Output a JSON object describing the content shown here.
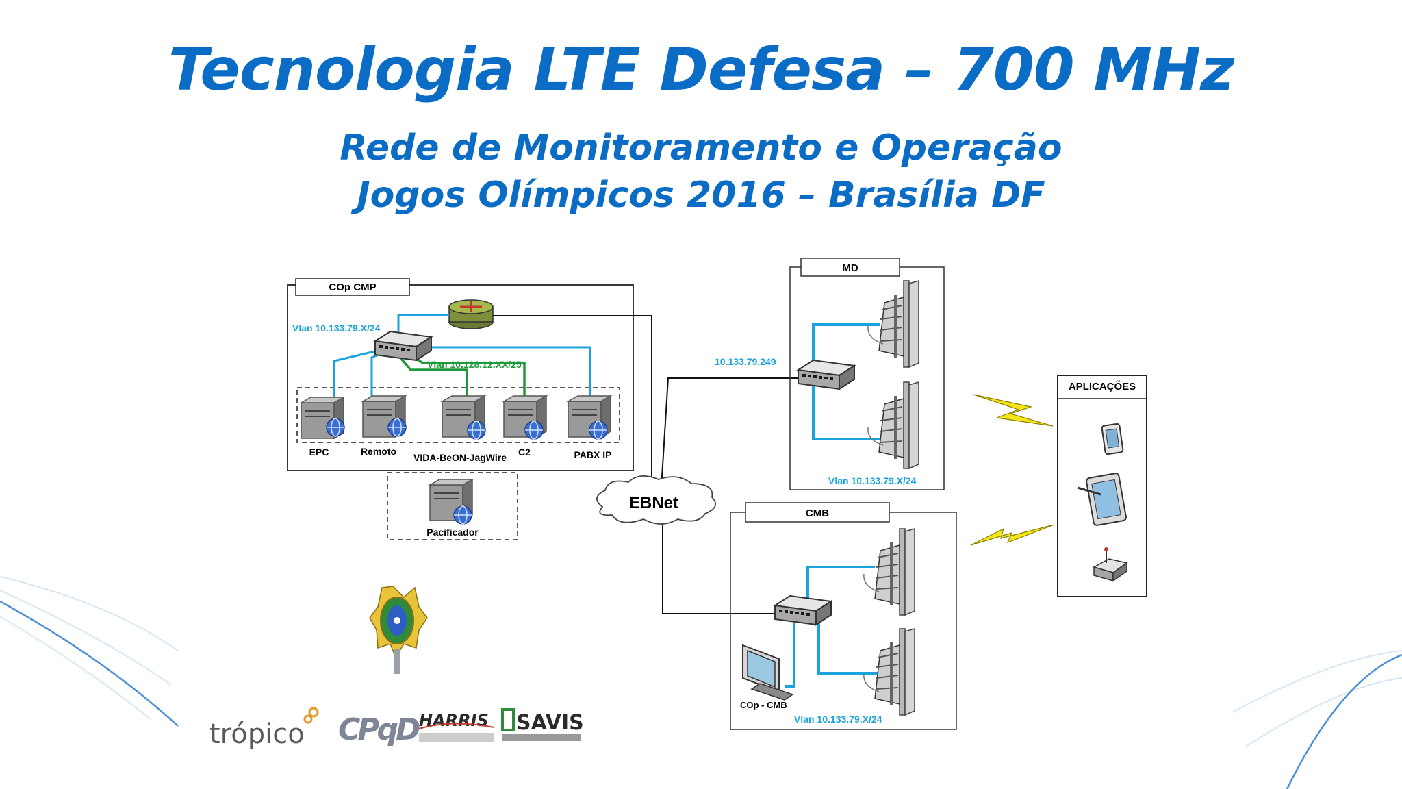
{
  "title": "Tecnologia LTE Defesa – 700 MHz",
  "subtitle_line1": "Rede de Monitoramento e Operação",
  "subtitle_line2": "Jogos Olímpicos 2016 – Brasília DF",
  "diagram": {
    "cop_cmp": {
      "label": "COp  CMP",
      "vlan_blue": "Vlan 10.133.79.X/24",
      "vlan_green": "Vlan 10.128.12.XX/25",
      "servers": [
        "EPC",
        "Remoto",
        "VIDA-BeON-JagWire",
        "C2",
        "PABX IP"
      ],
      "pacificador": "Pacificador"
    },
    "ebnet": "EBNet",
    "md": {
      "label": "MD",
      "ip": "10.133.79.249",
      "vlan": "Vlan 10.133.79.X/24"
    },
    "cmb": {
      "label": "CMB",
      "terminal": "COp - CMB",
      "vlan": "Vlan 10.133.79.X/24"
    },
    "aplicacoes": {
      "label": "APLICAÇÕES"
    }
  },
  "logos": {
    "tropico": "trópico",
    "cpqd": "CPqD",
    "harris": "HARRIS",
    "savis": "SAVIS"
  },
  "colors": {
    "title": "#0a6cc4",
    "blue_link": "#1aa3dc",
    "green_link": "#1f9a3a",
    "ip_label": "#1aa3dc"
  }
}
